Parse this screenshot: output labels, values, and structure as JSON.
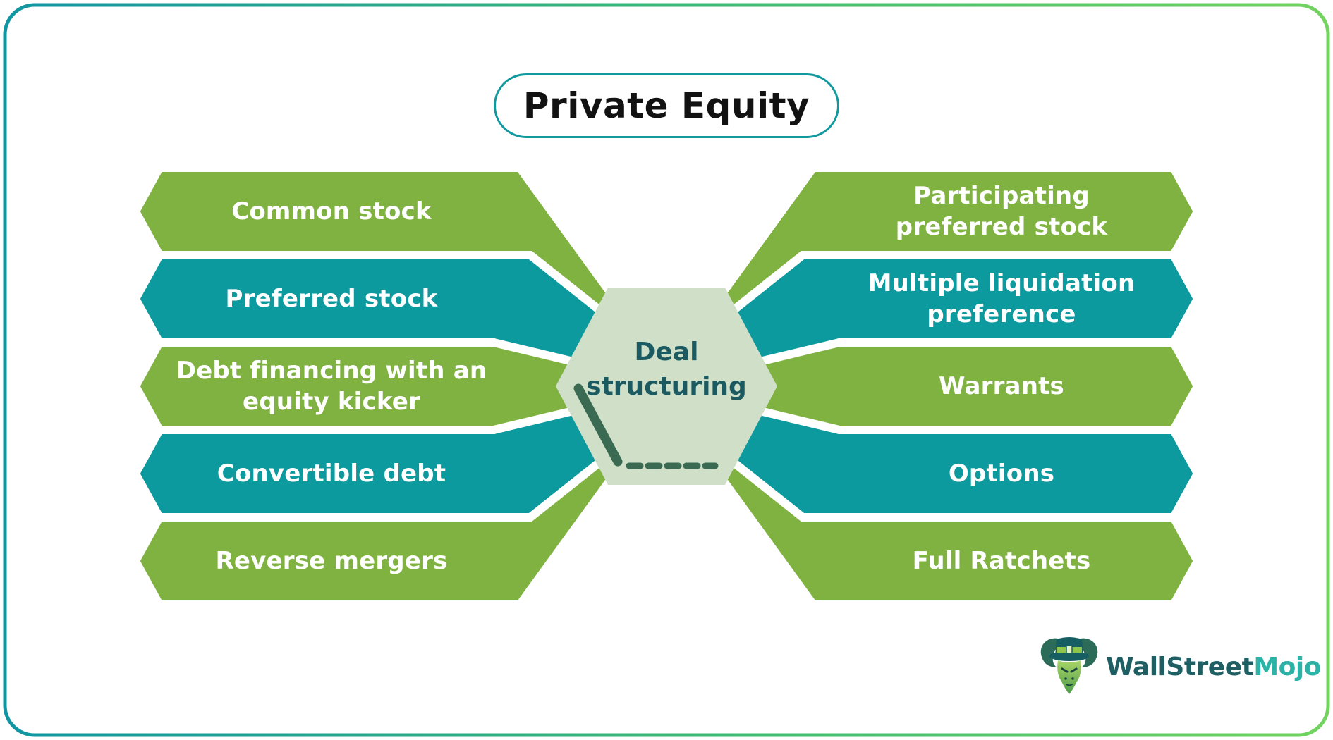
{
  "title": {
    "label": "Private Equity"
  },
  "center_hexagon": {
    "label": "Deal\nstructuring"
  },
  "left_banners": [
    {
      "label": "Common stock",
      "color_role": "green"
    },
    {
      "label": "Preferred stock",
      "color_role": "teal"
    },
    {
      "label": "Debt financing with an\nequity kicker",
      "color_role": "green"
    },
    {
      "label": "Convertible debt",
      "color_role": "teal"
    },
    {
      "label": "Reverse mergers",
      "color_role": "green"
    }
  ],
  "right_banners": [
    {
      "label": "Participating\npreferred stock",
      "color_role": "green"
    },
    {
      "label": "Multiple liquidation\npreference",
      "color_role": "teal"
    },
    {
      "label": "Warrants",
      "color_role": "green"
    },
    {
      "label": "Options",
      "color_role": "teal"
    },
    {
      "label": "Full Ratchets",
      "color_role": "green"
    }
  ],
  "logo": {
    "brand_part1": "WallStreet",
    "brand_part2": "Mojo"
  },
  "colors": {
    "banner_green": "#80b241",
    "banner_teal": "#0d9a9e",
    "banner_text": "#ffffff",
    "hexagon_fill": "#cfdfc8",
    "hexagon_text": "#1b5a60",
    "accent_dark_green": "#3a6b52",
    "title_text": "#121212",
    "title_border": "#12999e",
    "frame_left_teal": "#1096a2",
    "frame_mid": "#3bb878",
    "frame_right_green": "#72d35f",
    "logo_dark": "#1d5f63",
    "logo_teal": "#2ab3a6",
    "bull_hat": "#175e63",
    "bull_horn": "#2c6b58",
    "bull_band": "#8fc54d"
  }
}
